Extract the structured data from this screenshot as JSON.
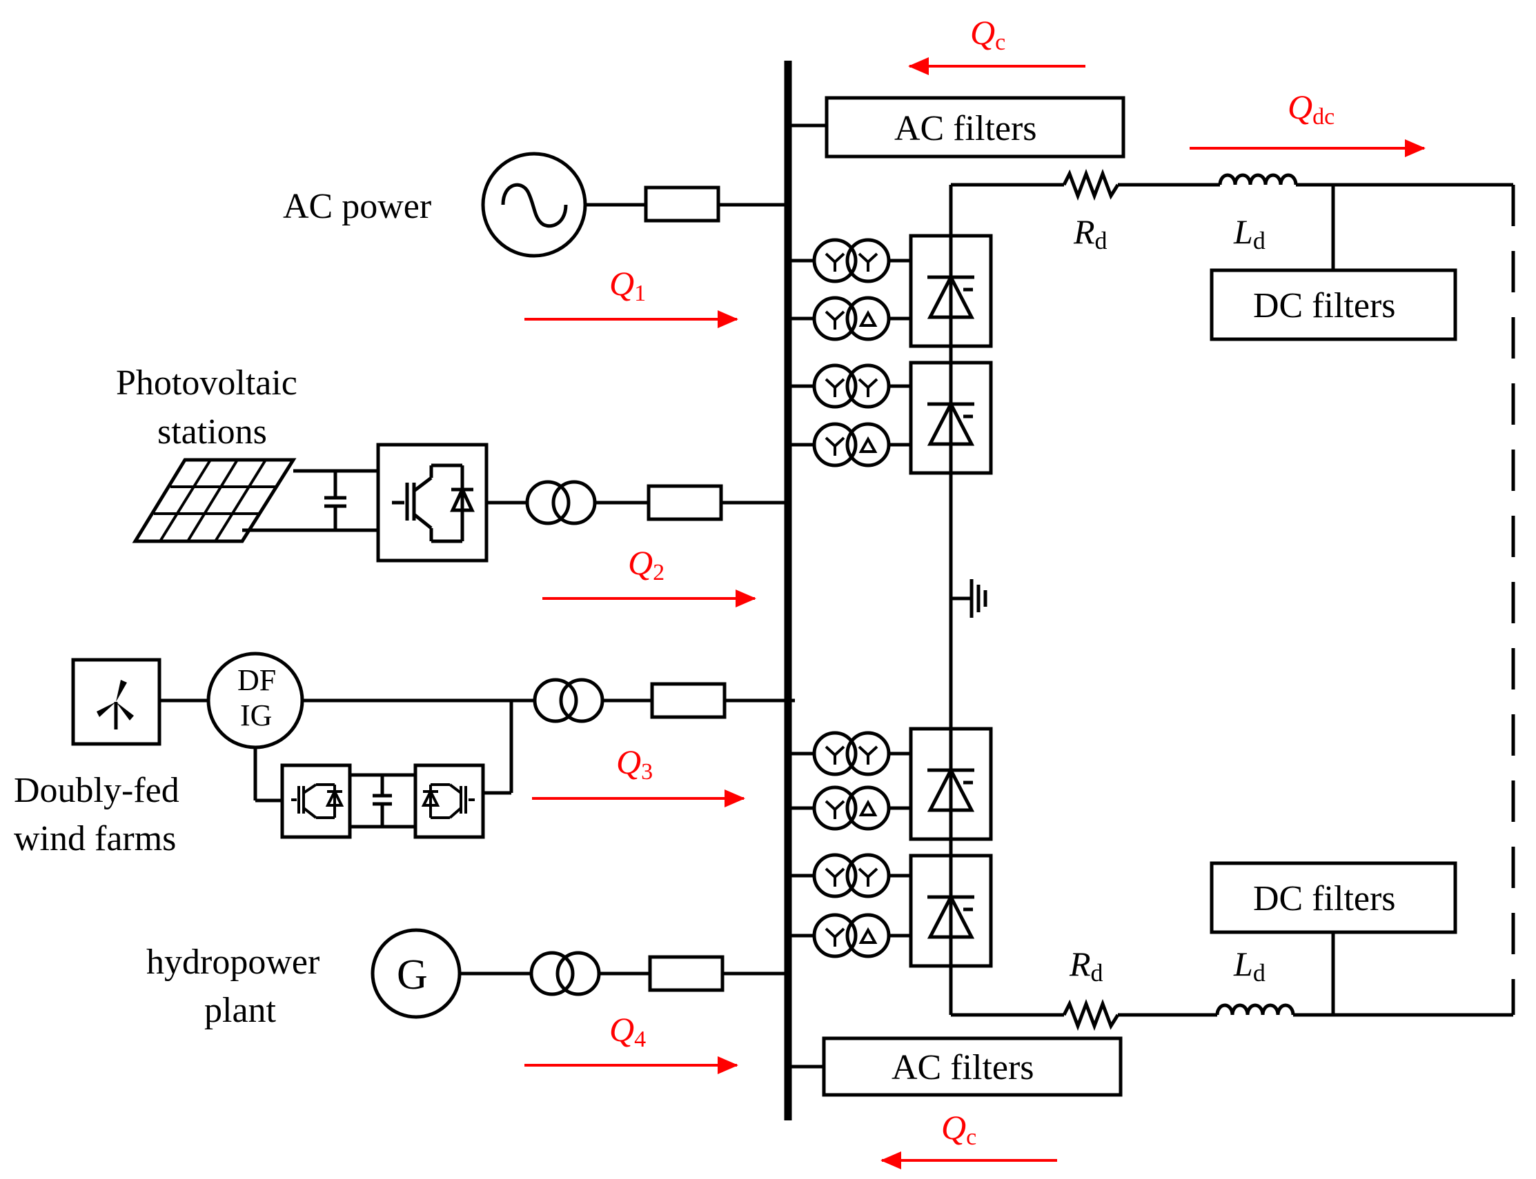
{
  "labels": {
    "ac_power": "AC power",
    "photovoltaic_line1": "Photovoltaic",
    "photovoltaic_line2": "stations",
    "doubly_fed_line1": "Doubly-fed",
    "doubly_fed_line2": "wind farms",
    "hydropower_line1": "hydropower",
    "hydropower_line2": "plant",
    "dfig_line1": "DF",
    "dfig_line2": "IG",
    "generator": "G",
    "ac_filters_top": "AC filters",
    "ac_filters_bottom": "AC filters",
    "dc_filters_top": "DC filters",
    "dc_filters_bottom": "DC filters"
  },
  "components": {
    "rd_top": {
      "main": "R",
      "sub": "d"
    },
    "ld_top": {
      "main": "L",
      "sub": "d"
    },
    "rd_bottom": {
      "main": "R",
      "sub": "d"
    },
    "ld_bottom": {
      "main": "L",
      "sub": "d"
    }
  },
  "flows": {
    "q1": {
      "main": "Q",
      "sub": "1"
    },
    "q2": {
      "main": "Q",
      "sub": "2"
    },
    "q3": {
      "main": "Q",
      "sub": "3"
    },
    "q4": {
      "main": "Q",
      "sub": "4"
    },
    "qc_top": {
      "main": "Q",
      "sub": "c"
    },
    "qc_bottom": {
      "main": "Q",
      "sub": "c"
    },
    "qdc": {
      "main": "Q",
      "sub": "dc"
    }
  },
  "colors": {
    "flow_arrow": "#ff0000",
    "wire": "#000000"
  }
}
